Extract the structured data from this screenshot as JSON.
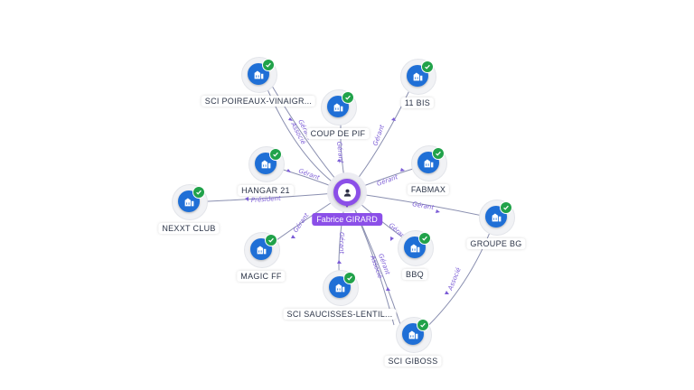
{
  "center": {
    "name": "Fabrice GIRARD"
  },
  "companies": [
    {
      "id": "sci-poireaux",
      "name": "SCI POIREAUX-VINAIGR..."
    },
    {
      "id": "coup-de-pif",
      "name": "COUP DE PIF"
    },
    {
      "id": "11-bis",
      "name": "11 BIS"
    },
    {
      "id": "fabmax",
      "name": "FABMAX"
    },
    {
      "id": "hangar-21",
      "name": "HANGAR 21"
    },
    {
      "id": "nexxt-club",
      "name": "NEXXT CLUB"
    },
    {
      "id": "groupe-bg",
      "name": "GROUPE BG"
    },
    {
      "id": "magic-ff",
      "name": "MAGIC FF"
    },
    {
      "id": "bbq",
      "name": "BBQ"
    },
    {
      "id": "sci-saucisses",
      "name": "SCI SAUCISSES-LENTIL..."
    },
    {
      "id": "sci-giboss",
      "name": "SCI GIBOSS"
    }
  ],
  "relations": {
    "gerant": "Gérant",
    "associe": "Associé",
    "president": "Président"
  },
  "colors": {
    "person": "#8b4fe8",
    "company": "#1f6fd6",
    "verified": "#21a24a",
    "edge_label": "#7b5cd6"
  },
  "icons": {
    "person": "user-icon",
    "company": "building-icon",
    "verified": "check-icon"
  }
}
